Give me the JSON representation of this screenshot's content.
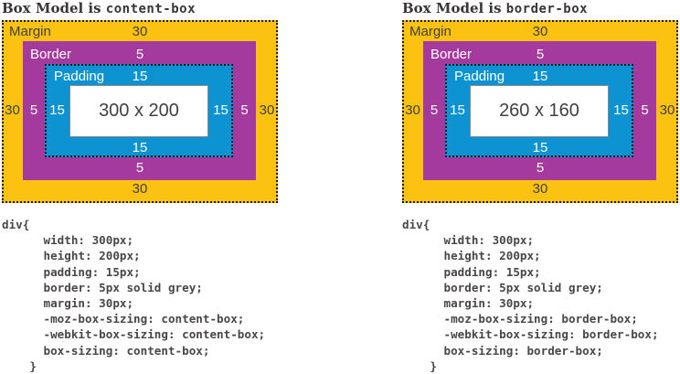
{
  "colors": {
    "margin_fill": "#fcc211",
    "border_fill": "#a43a9d",
    "padding_fill": "#0e93d2",
    "content_fill": "#ffffff",
    "dotted_outline": "#1a1a1a",
    "content_outline": "#85878a",
    "dark_text": "#414042",
    "light_text": "#ffffff",
    "code_text": "#4a4648"
  },
  "panels": [
    {
      "title": {
        "prefix": "Box Model is ",
        "keyword": "content-box"
      },
      "diagram": {
        "margin_label": "Margin",
        "border_label": "Border",
        "padding_label": "Padding",
        "margin_value": "30",
        "border_value": "5",
        "padding_value": "15",
        "content_size": "300 x 200"
      },
      "code_lines": [
        "div{",
        "      width: 300px;",
        "      height: 200px;",
        "      padding: 15px;",
        "      border: 5px solid grey;",
        "      margin: 30px;",
        "      -moz-box-sizing: content-box;",
        "      -webkit-box-sizing: content-box;",
        "      box-sizing: content-box;",
        "    }"
      ]
    },
    {
      "title": {
        "prefix": "Box Model is ",
        "keyword": "border-box"
      },
      "diagram": {
        "margin_label": "Margin",
        "border_label": "Border",
        "padding_label": "Padding",
        "margin_value": "30",
        "border_value": "5",
        "padding_value": "15",
        "content_size": "260 x 160"
      },
      "code_lines": [
        "div{",
        "      width: 300px;",
        "      height: 200px;",
        "      padding: 15px;",
        "      border: 5px solid grey;",
        "      margin: 30px;",
        "      -moz-box-sizing: border-box;",
        "      -webkit-box-sizing: border-box;",
        "      box-sizing: border-box;",
        "    }"
      ]
    }
  ]
}
